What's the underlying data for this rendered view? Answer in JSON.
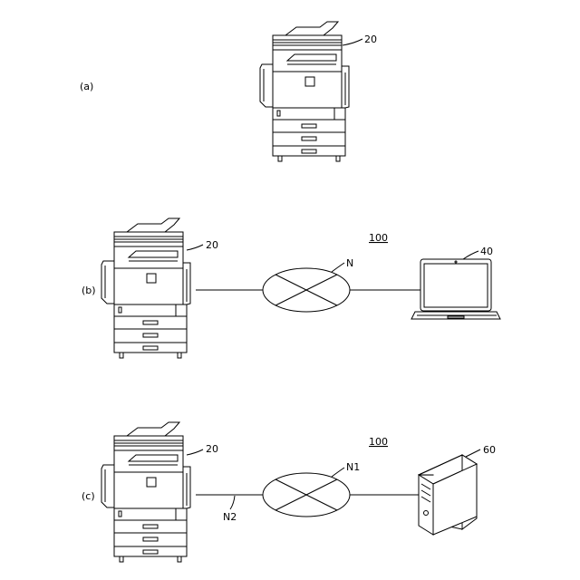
{
  "panels": {
    "a": {
      "label": "(a)",
      "printer_ref": "20"
    },
    "b": {
      "label": "(b)",
      "system_ref": "100",
      "printer_ref": "20",
      "network_ref": "N",
      "laptop_ref": "40"
    },
    "c": {
      "label": "(c)",
      "system_ref": "100",
      "printer_ref": "20",
      "network_ref": "N1",
      "line_ref": "N2",
      "server_ref": "60"
    }
  }
}
